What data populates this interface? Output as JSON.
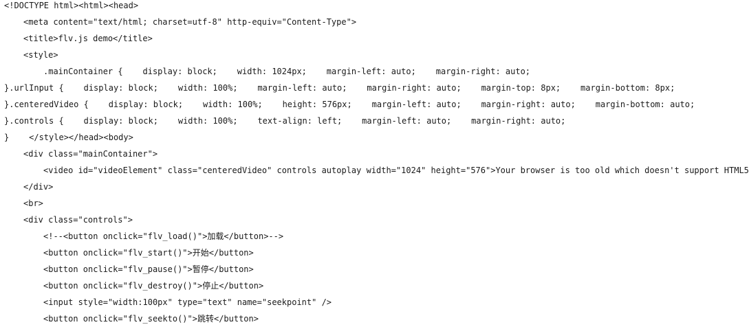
{
  "code": {
    "lines": [
      "<!DOCTYPE html><html><head>",
      "<meta content=\"text/html; charset=utf-8\" http-equiv=\"Content-Type\">",
      "<title>flv.js demo</title>",
      "<style>",
      ".mainContainer {    display: block;    width: 1024px;    margin-left: auto;    margin-right: auto;",
      "}.urlInput {    display: block;    width: 100%;    margin-left: auto;    margin-right: auto;    margin-top: 8px;    margin-bottom: 8px;",
      "}.centeredVideo {    display: block;    width: 100%;    height: 576px;    margin-left: auto;    margin-right: auto;    margin-bottom: auto;",
      "}.controls {    display: block;    width: 100%;    text-align: left;    margin-left: auto;    margin-right: auto;",
      "}    </style></head><body>",
      "<div class=\"mainContainer\">",
      "<video id=\"videoElement\" class=\"centeredVideo\" controls autoplay width=\"1024\" height=\"576\">Your browser is too old which doesn't support HTML5",
      "</div>",
      "<br>",
      "<div class=\"controls\">",
      "<!--<button onclick=\"flv_load()\">加载</button>-->",
      "<button onclick=\"flv_start()\">开始</button>",
      "<button onclick=\"flv_pause()\">暂停</button>",
      "<button onclick=\"flv_destroy()\">停止</button>",
      "<input style=\"width:100px\" type=\"text\" name=\"seekpoint\" />",
      "<button onclick=\"flv_seekto()\">跳转</button>"
    ]
  }
}
